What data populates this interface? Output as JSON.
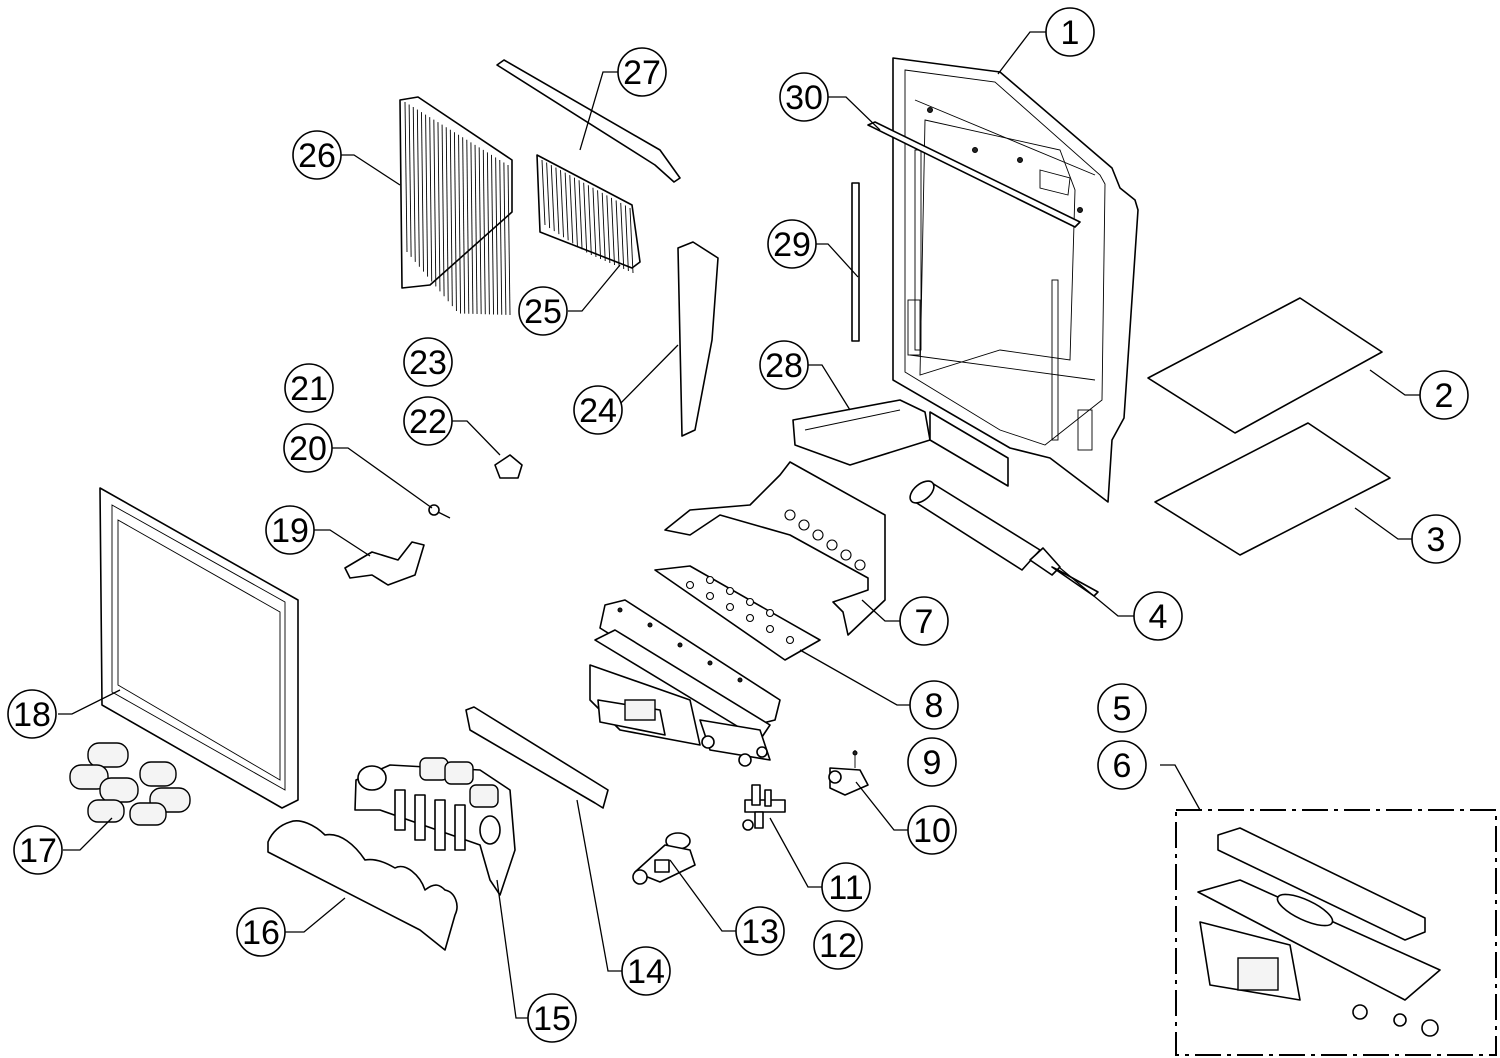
{
  "diagram": {
    "type": "exploded-parts-diagram",
    "subject": "gas fireplace insert",
    "callouts": [
      {
        "id": "1",
        "label": "1"
      },
      {
        "id": "2",
        "label": "2"
      },
      {
        "id": "3",
        "label": "3"
      },
      {
        "id": "4",
        "label": "4"
      },
      {
        "id": "5",
        "label": "5"
      },
      {
        "id": "6",
        "label": "6"
      },
      {
        "id": "7",
        "label": "7"
      },
      {
        "id": "8",
        "label": "8"
      },
      {
        "id": "9",
        "label": "9"
      },
      {
        "id": "10",
        "label": "10"
      },
      {
        "id": "11",
        "label": "11"
      },
      {
        "id": "12",
        "label": "12"
      },
      {
        "id": "13",
        "label": "13"
      },
      {
        "id": "14",
        "label": "14"
      },
      {
        "id": "15",
        "label": "15"
      },
      {
        "id": "16",
        "label": "16"
      },
      {
        "id": "17",
        "label": "17"
      },
      {
        "id": "18",
        "label": "18"
      },
      {
        "id": "19",
        "label": "19"
      },
      {
        "id": "20",
        "label": "20"
      },
      {
        "id": "21",
        "label": "21"
      },
      {
        "id": "22",
        "label": "22"
      },
      {
        "id": "23",
        "label": "23"
      },
      {
        "id": "24",
        "label": "24"
      },
      {
        "id": "25",
        "label": "25"
      },
      {
        "id": "26",
        "label": "26"
      },
      {
        "id": "27",
        "label": "27"
      },
      {
        "id": "28",
        "label": "28"
      },
      {
        "id": "29",
        "label": "29"
      },
      {
        "id": "30",
        "label": "30"
      }
    ],
    "detail_inset": {
      "callouts": [
        "5",
        "6"
      ],
      "border": "dash-dot"
    },
    "colors": {
      "line": "#000000",
      "background": "#ffffff"
    }
  }
}
